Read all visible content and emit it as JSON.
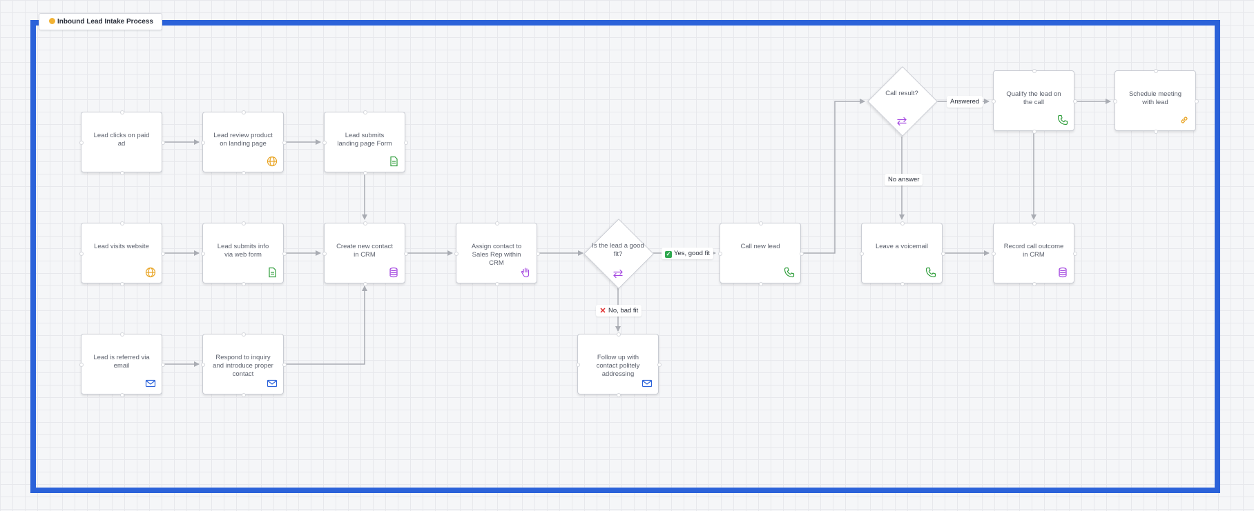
{
  "frame": {
    "title": "Inbound Lead Intake Process",
    "title_icon": "emoji-icon",
    "border_color": "#2b62d9"
  },
  "colors": {
    "globe": "#e8a321",
    "doc": "#2e9d3a",
    "db": "#a447e0",
    "mail": "#2b62d9",
    "phone": "#2e9d3a",
    "link": "#e8a321",
    "decision": "#a447e0",
    "hand": "#a447e0"
  },
  "nodes": {
    "n1": {
      "label": "Lead clicks on paid ad",
      "icon": ""
    },
    "n2": {
      "label": "Lead review product on landing page",
      "icon": "globe-icon"
    },
    "n3": {
      "label": "Lead submits landing page Form",
      "icon": "document-icon"
    },
    "n4": {
      "label": "Lead visits website",
      "icon": "globe-icon"
    },
    "n5": {
      "label": "Lead submits info via web form",
      "icon": "document-icon"
    },
    "n6": {
      "label": "Create new contact in CRM",
      "icon": "database-icon"
    },
    "n7": {
      "label": "Assign contact to Sales Rep within CRM",
      "icon": "hand-icon"
    },
    "n8": {
      "label": "Lead is referred via email",
      "icon": "mail-icon"
    },
    "n9": {
      "label": "Respond to inquiry and introduce proper contact",
      "icon": "mail-icon"
    },
    "n10": {
      "label": "Follow up with contact politely addressing",
      "icon": "mail-icon"
    },
    "n11": {
      "label": "Call new lead",
      "icon": "phone-icon"
    },
    "n12": {
      "label": "Leave a voicemail",
      "icon": "phone-icon"
    },
    "n13": {
      "label": "Record call outcome in CRM",
      "icon": "database-icon"
    },
    "n14": {
      "label": "Qualify the lead on the call",
      "icon": "phone-icon"
    },
    "n15": {
      "label": "Schedule meeting with lead",
      "icon": "link-icon"
    }
  },
  "decisions": {
    "d1": {
      "label": "Is the lead a good fit?",
      "icon": "swap-icon"
    },
    "d2": {
      "label": "Call result?",
      "icon": "swap-icon"
    }
  },
  "edge_labels": {
    "yes_good_fit": "Yes, good fit",
    "no_bad_fit": "No, bad fit",
    "answered": "Answered",
    "no_answer": "No answer"
  }
}
